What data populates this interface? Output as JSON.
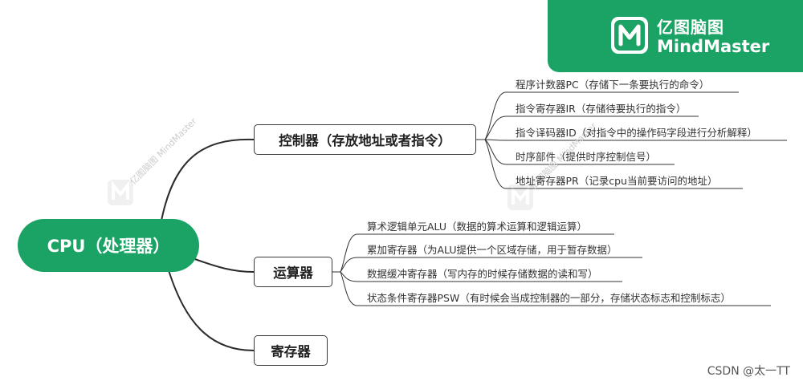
{
  "brand": {
    "name_cn": "亿图脑图",
    "name_en": "MindMaster",
    "logo_icon": "mindmaster-logo-icon",
    "color": "#1aa365"
  },
  "mindmap": {
    "root": "CPU（处理器）",
    "branches": [
      {
        "label": "控制器（存放地址或者指令）",
        "children": [
          "程序计数器PC（存储下一条要执行的命令）",
          "指令寄存器IR（存储待要执行的指令）",
          "指令译码器ID（对指令中的操作码字段进行分析解释）",
          "时序部件（提供时序控制信号）",
          "地址寄存器PR（记录cpu当前要访问的地址）"
        ]
      },
      {
        "label": "运算器",
        "children": [
          "算术逻辑单元ALU（数据的算术运算和逻辑运算）",
          "累加寄存器（为ALU提供一个区域存储，用于暂存数据）",
          "数据缓冲寄存器（写内存的时候存储数据的读和写）",
          "状态条件寄存器PSW（有时候会当成控制器的一部分，存储状态标志和控制标志）"
        ]
      },
      {
        "label": "寄存器",
        "children": []
      }
    ]
  },
  "watermark": {
    "text": "亿图脑图 MindMaster"
  },
  "footer": {
    "credit": "CSDN @太一TT"
  }
}
